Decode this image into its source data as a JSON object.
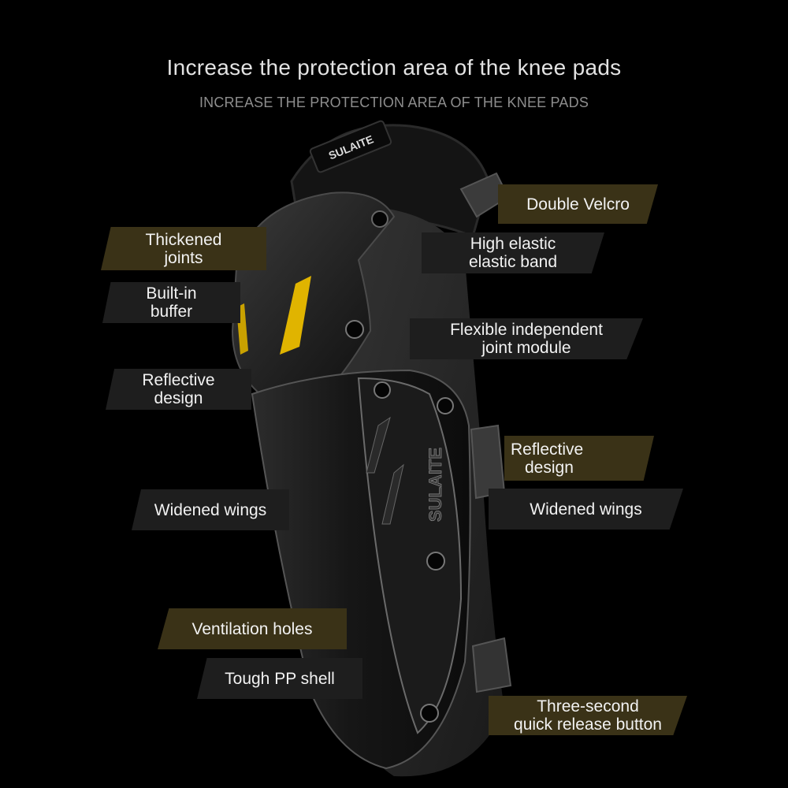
{
  "header": {
    "title": "Increase the protection area of the knee pads",
    "subtitle": "INCREASE THE PROTECTION AREA OF THE KNEE PADS"
  },
  "product": {
    "brand_logo_text": "SULAITE",
    "shell_text": "SULAITE",
    "colors": {
      "shell": "#1a1a1a",
      "reflective": "#e0b400",
      "gold_box": "#3a3217",
      "dark_box": "#1e1e1e"
    }
  },
  "labels": {
    "thickened_joints": [
      "Thickened",
      "joints"
    ],
    "built_in_buffer": [
      "Built-in",
      "buffer"
    ],
    "reflective_left": [
      "Reflective",
      "design"
    ],
    "widened_wings_left": "Widened wings",
    "ventilation_holes": "Ventilation holes",
    "tough_pp_shell": "Tough PP shell",
    "double_velcro": "Double Velcro",
    "high_elastic_band": [
      "High elastic",
      "elastic band"
    ],
    "flexible_joint_module": [
      "Flexible independent",
      "joint module"
    ],
    "reflective_right": [
      "Reflective",
      "design"
    ],
    "widened_wings_right": "Widened wings",
    "quick_release": [
      "Three-second",
      "quick release button"
    ]
  }
}
